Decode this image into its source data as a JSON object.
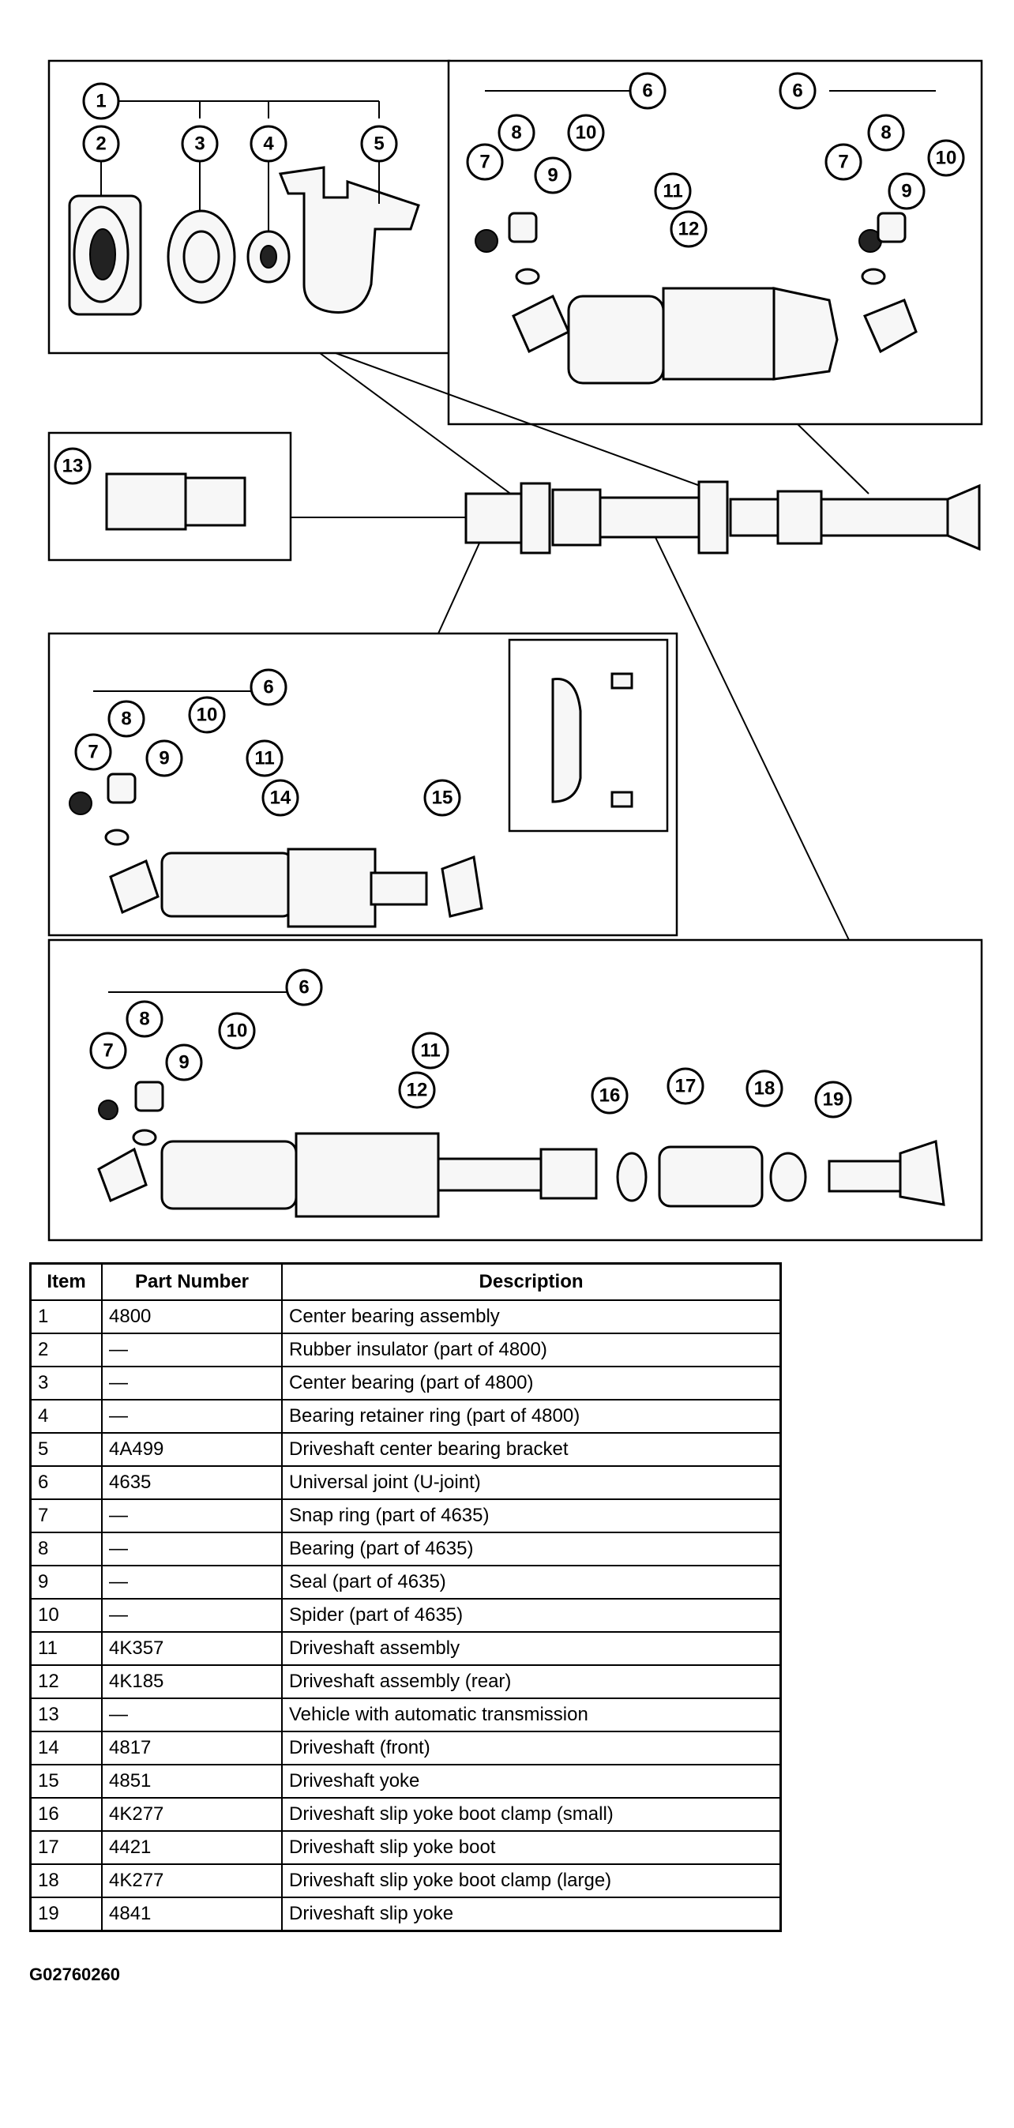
{
  "diagram": {
    "callouts": [
      "1",
      "2",
      "3",
      "4",
      "5",
      "6",
      "7",
      "8",
      "9",
      "10",
      "11",
      "12",
      "13",
      "14",
      "15",
      "16",
      "17",
      "18",
      "19"
    ]
  },
  "table": {
    "headers": {
      "item": "Item",
      "part_number": "Part Number",
      "description": "Description"
    },
    "rows": [
      {
        "item": "1",
        "part_number": "4800",
        "description": "Center bearing assembly"
      },
      {
        "item": "2",
        "part_number": "—",
        "description": "Rubber insulator (part of 4800)"
      },
      {
        "item": "3",
        "part_number": "—",
        "description": "Center bearing (part of 4800)"
      },
      {
        "item": "4",
        "part_number": "—",
        "description": "Bearing retainer ring (part of 4800)"
      },
      {
        "item": "5",
        "part_number": "4A499",
        "description": "Driveshaft center bearing bracket"
      },
      {
        "item": "6",
        "part_number": "4635",
        "description": "Universal joint (U-joint)"
      },
      {
        "item": "7",
        "part_number": "—",
        "description": "Snap ring (part of 4635)"
      },
      {
        "item": "8",
        "part_number": "—",
        "description": "Bearing (part of 4635)"
      },
      {
        "item": "9",
        "part_number": "—",
        "description": "Seal (part of 4635)"
      },
      {
        "item": "10",
        "part_number": "—",
        "description": "Spider (part of 4635)"
      },
      {
        "item": "11",
        "part_number": "4K357",
        "description": "Driveshaft assembly"
      },
      {
        "item": "12",
        "part_number": "4K185",
        "description": "Driveshaft assembly (rear)"
      },
      {
        "item": "13",
        "part_number": "—",
        "description": "Vehicle with automatic transmission"
      },
      {
        "item": "14",
        "part_number": "4817",
        "description": "Driveshaft (front)"
      },
      {
        "item": "15",
        "part_number": "4851",
        "description": "Driveshaft yoke"
      },
      {
        "item": "16",
        "part_number": "4K277",
        "description": "Driveshaft slip yoke boot clamp (small)"
      },
      {
        "item": "17",
        "part_number": "4421",
        "description": "Driveshaft slip yoke boot"
      },
      {
        "item": "18",
        "part_number": "4K277",
        "description": "Driveshaft slip yoke boot clamp (large)"
      },
      {
        "item": "19",
        "part_number": "4841",
        "description": "Driveshaft slip yoke"
      }
    ]
  },
  "figure_code": "G02760260"
}
